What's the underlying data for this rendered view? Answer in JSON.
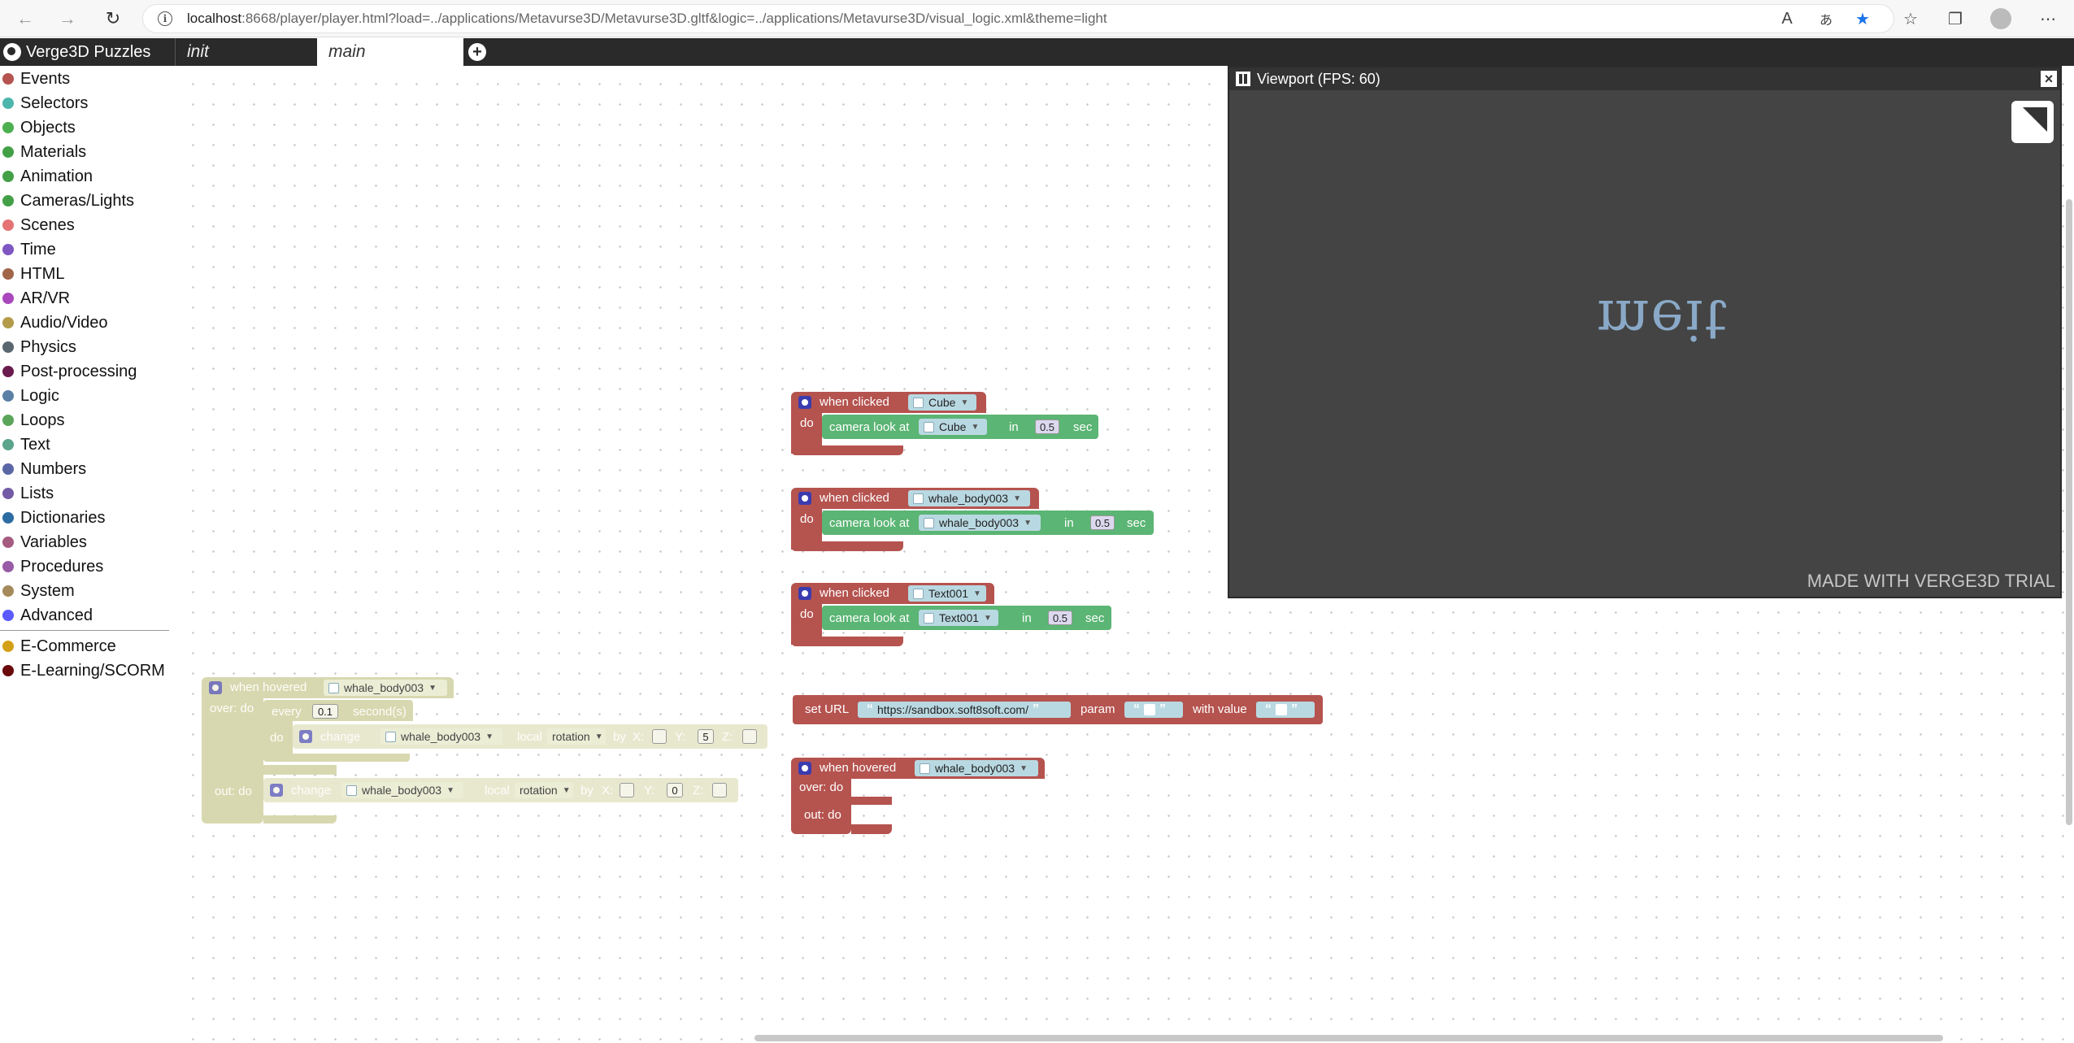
{
  "browser": {
    "url_host": "localhost",
    "url_rest": ":8668/player/player.html?load=../applications/Metavurse3D/Metavurse3D.gltf&logic=../applications/Metavurse3D/visual_logic.xml&theme=light"
  },
  "app": {
    "title": "Verge3D Puzzles",
    "tabs": [
      {
        "label": "init"
      },
      {
        "label": "main"
      }
    ]
  },
  "sidebar": {
    "categories": [
      {
        "label": "Events",
        "color": "#b5534f"
      },
      {
        "label": "Selectors",
        "color": "#4db6ac"
      },
      {
        "label": "Objects",
        "color": "#4caf50"
      },
      {
        "label": "Materials",
        "color": "#43a047"
      },
      {
        "label": "Animation",
        "color": "#43a047"
      },
      {
        "label": "Cameras/Lights",
        "color": "#43a047"
      },
      {
        "label": "Scenes",
        "color": "#e57373"
      },
      {
        "label": "Time",
        "color": "#7e57c2"
      },
      {
        "label": "HTML",
        "color": "#a1664a"
      },
      {
        "label": "AR/VR",
        "color": "#ab47bc"
      },
      {
        "label": "Audio/Video",
        "color": "#b39b4a"
      },
      {
        "label": "Physics",
        "color": "#5a6770"
      },
      {
        "label": "Post-processing",
        "color": "#6a1b4d"
      },
      {
        "label": "Logic",
        "color": "#5b80a5"
      },
      {
        "label": "Loops",
        "color": "#5ba55b"
      },
      {
        "label": "Text",
        "color": "#5ba58c"
      },
      {
        "label": "Numbers",
        "color": "#5b67a5"
      },
      {
        "label": "Lists",
        "color": "#745ba5"
      },
      {
        "label": "Dictionaries",
        "color": "#2d6ca2"
      },
      {
        "label": "Variables",
        "color": "#a55b80"
      },
      {
        "label": "Procedures",
        "color": "#995ba5"
      },
      {
        "label": "System",
        "color": "#a58a5b"
      },
      {
        "label": "Advanced",
        "color": "#5a5aff"
      },
      {
        "label": "E-Commerce",
        "color": "#d4a017"
      },
      {
        "label": "E-Learning/SCORM",
        "color": "#6b0a0a"
      }
    ]
  },
  "viewport": {
    "title": "Viewport (FPS: 60)",
    "scene_text": "meit",
    "watermark": "MADE WITH VERGE3D TRIAL"
  },
  "blocks": {
    "when_clicked": "when clicked",
    "do": "do",
    "camera_look_at": "camera look at",
    "in": "in",
    "sec": "sec",
    "cube_obj": "Cube",
    "whale_obj": "whale_body003",
    "text_obj": "Text001",
    "duration": "0.5",
    "set_url": "set URL",
    "url_value": "https://sandbox.soft8soft.com/",
    "param": "param",
    "with_value": "with value",
    "when_hovered": "when hovered",
    "over_do": "over: do",
    "out_do": "out: do",
    "every": "every",
    "every_value": "0.1",
    "seconds": "second(s)",
    "change": "change",
    "local": "local",
    "rotation": "rotation",
    "by": "by",
    "x": "X:",
    "y": "Y:",
    "z": "Z:",
    "y_value_over": "5",
    "y_value_out": "0"
  }
}
